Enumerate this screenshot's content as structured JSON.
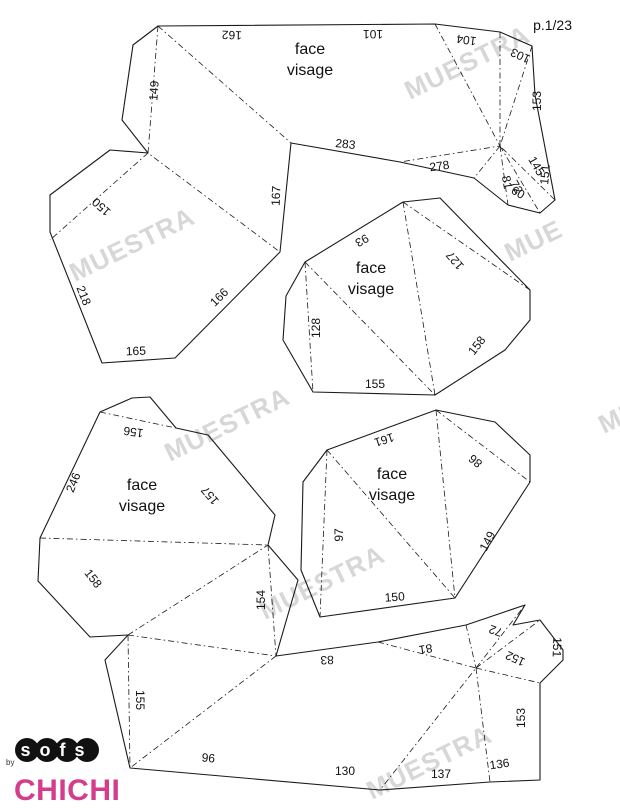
{
  "page": {
    "number": "p.1/23"
  },
  "watermark": "MUESTRA",
  "watermark_partial": "MUE",
  "face_label": {
    "line1": "face",
    "line2": "visage"
  },
  "brand": {
    "by": "by",
    "logo_text": "sofs",
    "name": "CHICHI YOGA",
    "color": "#d43c8c"
  },
  "piece1": {
    "n162": "162",
    "n101": "101",
    "n104": "104",
    "n103": "103",
    "n153": "153",
    "n149": "149",
    "n283": "283",
    "n278": "278",
    "n145": "145",
    "n151": "151",
    "n81": "81",
    "n72": "72",
    "n60": "60",
    "n150": "150",
    "n167": "167",
    "n218": "218",
    "n166": "166",
    "n165": "165"
  },
  "piece2": {
    "n93": "93",
    "n127": "127",
    "n128": "128",
    "n158": "158",
    "n155": "155"
  },
  "piece3": {
    "n156": "156",
    "n246": "246",
    "n157": "157",
    "n158": "158",
    "n154": "154",
    "n155": "155",
    "n83": "83",
    "n81": "81",
    "n72": "72",
    "n152": "152",
    "n151": "151",
    "n153": "153",
    "n96": "96",
    "n130": "130",
    "n137": "137",
    "n136": "136"
  },
  "piece4": {
    "n161": "161",
    "n86": "86",
    "n97": "97",
    "n149": "149",
    "n150": "150"
  }
}
